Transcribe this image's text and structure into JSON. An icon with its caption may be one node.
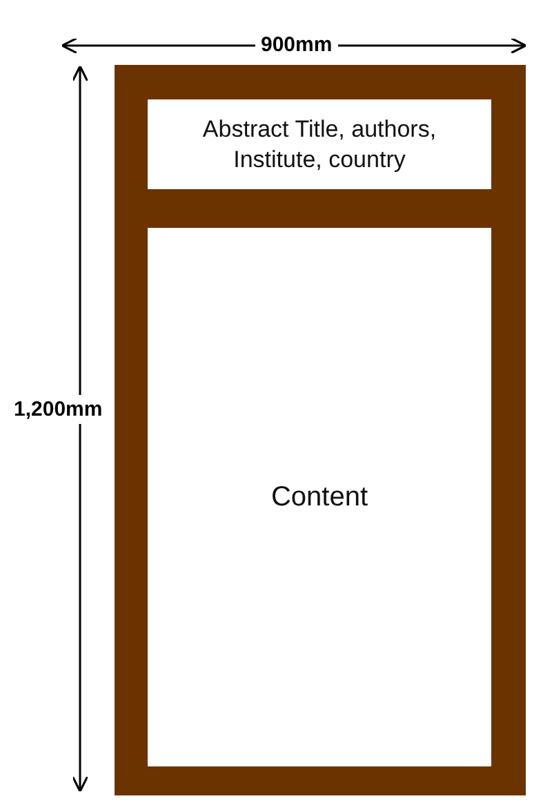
{
  "diagram": {
    "nodes": [
      {
        "text": [],
        "shape": "box"
      },
      {
        "text": [
          "Abstract Title, authors, Institute, country"
        ],
        "in": 0
      },
      {
        "text": [
          "Content"
        ],
        "in": 0
      }
    ],
    "edges": [],
    "labels": [
      "900mm",
      "1,200mm"
    ]
  }
}
